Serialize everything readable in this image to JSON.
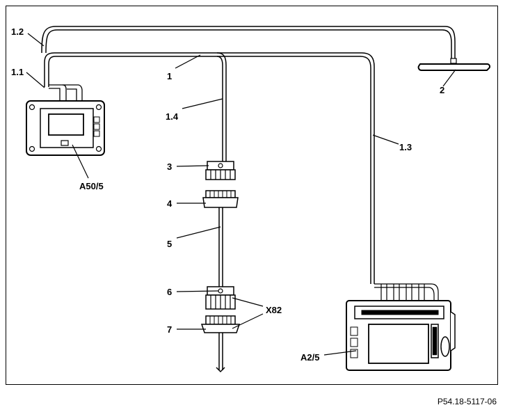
{
  "labels": {
    "l1": "1",
    "l1_1": "1.1",
    "l1_2": "1.2",
    "l1_3": "1.3",
    "l1_4": "1.4",
    "l2": "2",
    "l3": "3",
    "l4": "4",
    "l5": "5",
    "l6": "6",
    "l7": "7",
    "x82": "X82",
    "a50_5": "A50/5",
    "a2_5": "A2/5"
  },
  "reference": "P54.18-5117-06"
}
